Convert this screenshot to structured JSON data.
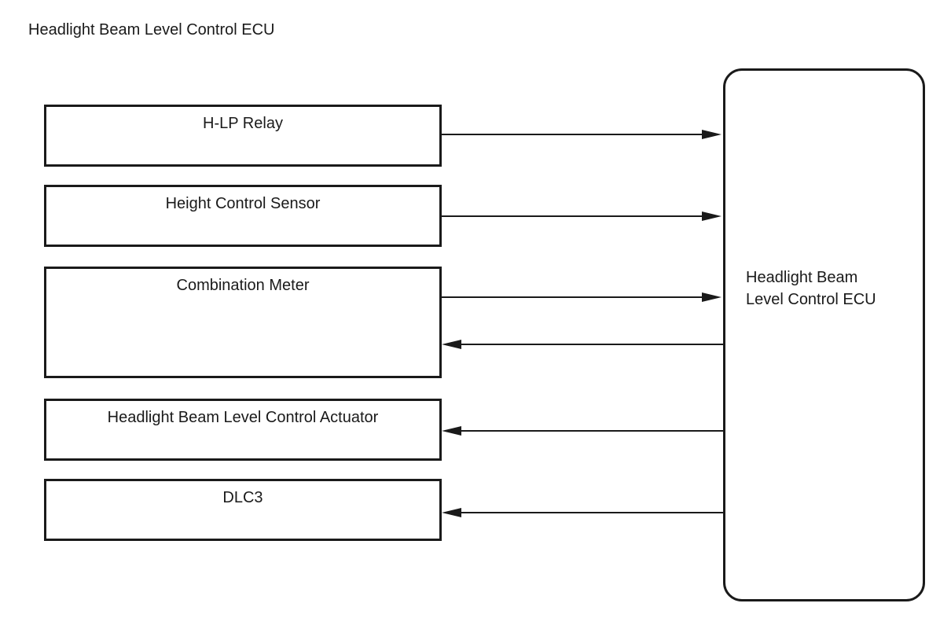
{
  "title": "Headlight Beam Level Control ECU",
  "blocks": {
    "hlp": "H-LP Relay",
    "hcs": "Height Control Sensor",
    "cm": "Combination Meter",
    "act": "Headlight Beam Level Control Actuator",
    "dlc": "DLC3"
  },
  "ecu": {
    "line1": "Headlight Beam",
    "line2": "Level Control ECU"
  },
  "colors": {
    "line": "#1a1a1a",
    "background": "#ffffff"
  }
}
